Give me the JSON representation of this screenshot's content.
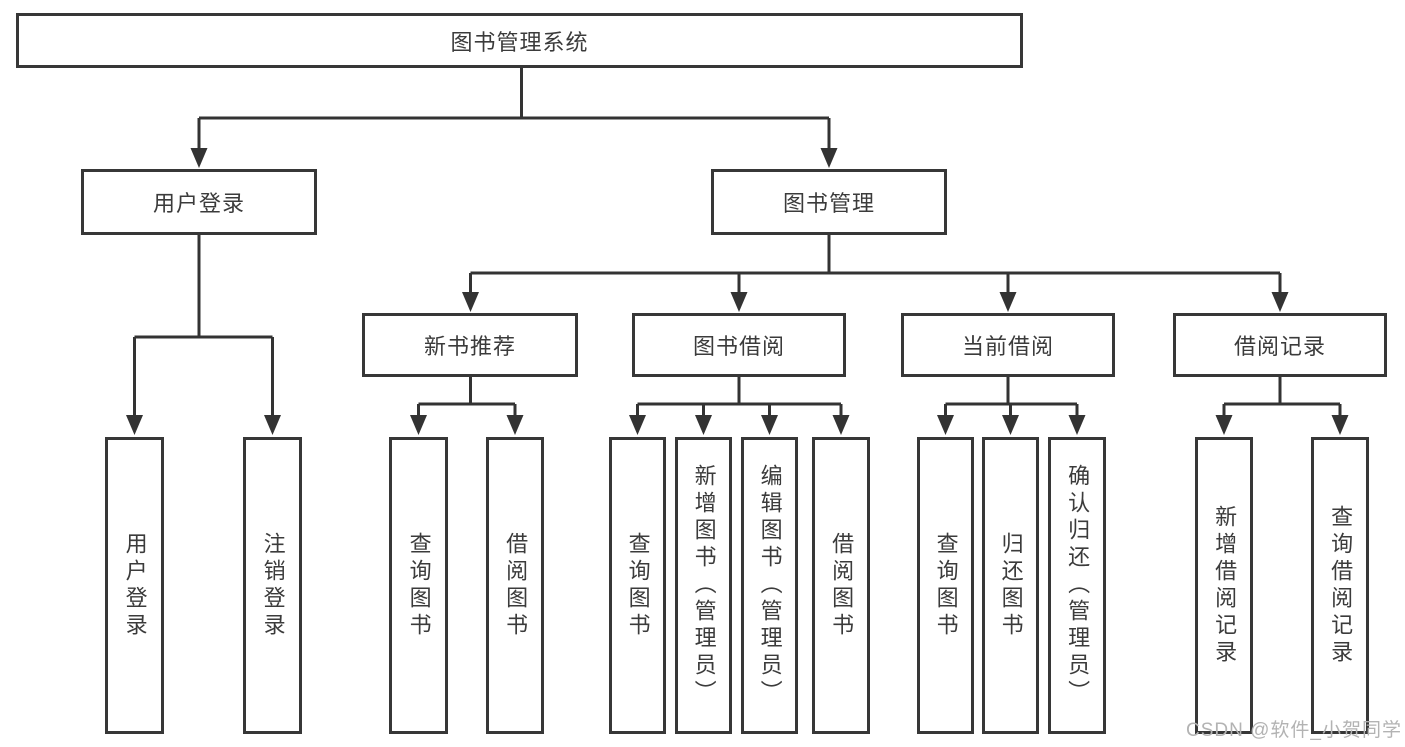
{
  "root": {
    "label": "图书管理系统"
  },
  "branches": [
    {
      "label": "用户登录",
      "children": [
        {
          "label": "用户登录"
        },
        {
          "label": "注销登录"
        }
      ]
    },
    {
      "label": "图书管理",
      "children": [
        {
          "label": "新书推荐",
          "children": [
            {
              "label": "查询图书"
            },
            {
              "label": "借阅图书"
            }
          ]
        },
        {
          "label": "图书借阅",
          "children": [
            {
              "label": "查询图书"
            },
            {
              "label": "新增图书（管理员）"
            },
            {
              "label": "编辑图书（管理员）"
            },
            {
              "label": "借阅图书"
            }
          ]
        },
        {
          "label": "当前借阅",
          "children": [
            {
              "label": "查询图书"
            },
            {
              "label": "归还图书"
            },
            {
              "label": "确认归还（管理员）"
            }
          ]
        },
        {
          "label": "借阅记录",
          "children": [
            {
              "label": "新增借阅记录"
            },
            {
              "label": "查询借阅记录"
            }
          ]
        }
      ]
    }
  ],
  "watermark": "CSDN @软件_小贺同学",
  "colors": {
    "line": "#333333",
    "border": "#373737",
    "text": "#3b3b3b",
    "watermark": "#b3b3b3",
    "background": "#ffffff"
  }
}
